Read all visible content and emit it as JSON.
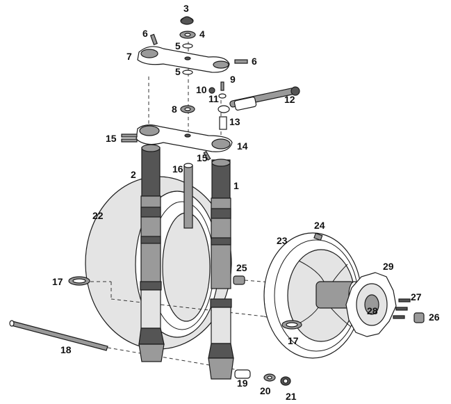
{
  "callouts": {
    "c1": "1",
    "c2": "2",
    "c3": "3",
    "c4": "4",
    "c5a": "5",
    "c5b": "5",
    "c6a": "6",
    "c6b": "6",
    "c7": "7",
    "c8": "8",
    "c9": "9",
    "c10": "10",
    "c11": "11",
    "c12": "12",
    "c13": "13",
    "c14": "14",
    "c15a": "15",
    "c15b": "15",
    "c16": "16",
    "c17a": "17",
    "c17b": "17",
    "c18": "18",
    "c19": "19",
    "c20": "20",
    "c21": "21",
    "c22": "22",
    "c23": "23",
    "c24": "24",
    "c25": "25",
    "c26": "26",
    "c27": "27",
    "c28": "28",
    "c29": "29"
  },
  "colors": {
    "line": "#1a1a1a",
    "metal_grey": "#9a9a9a",
    "dark_grey": "#555555",
    "background": "#ffffff"
  }
}
